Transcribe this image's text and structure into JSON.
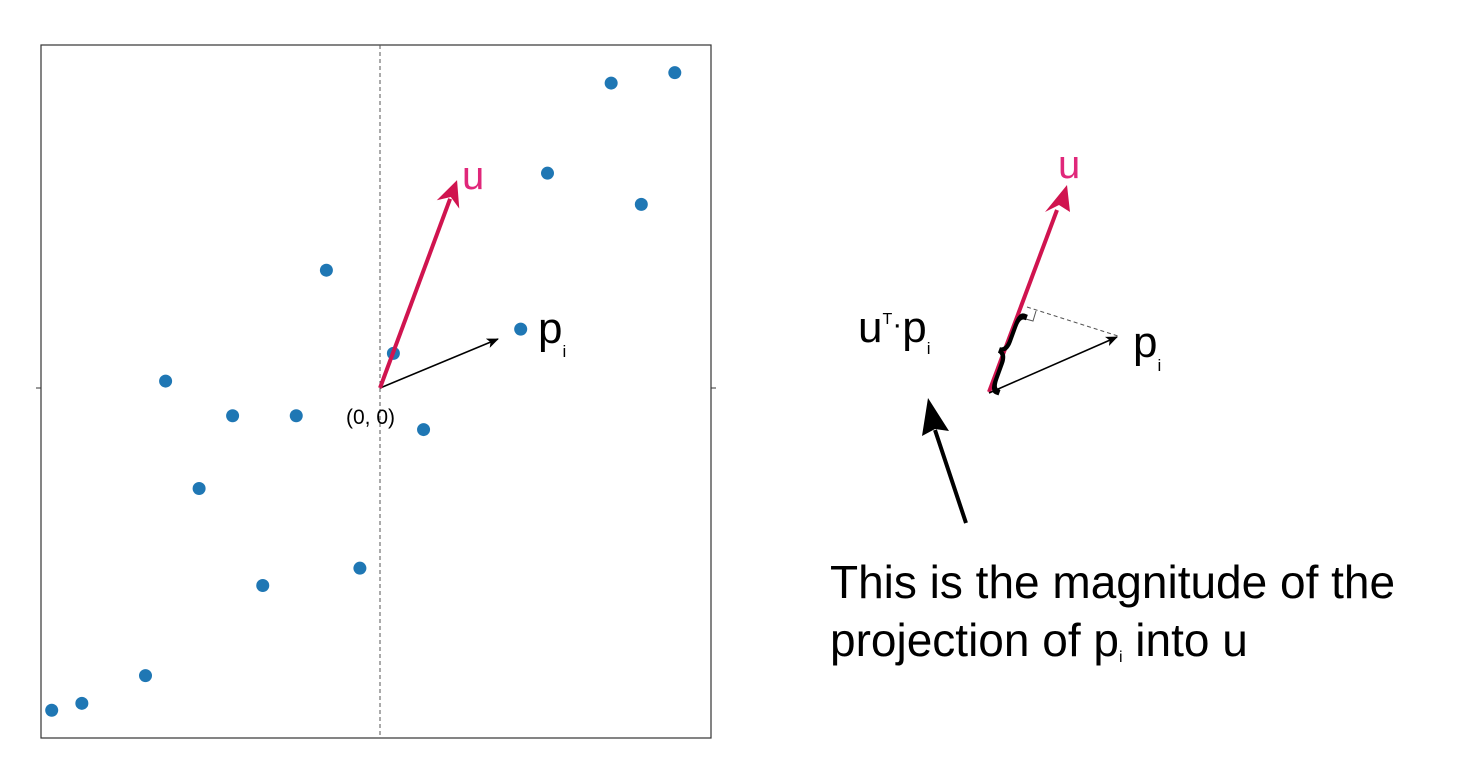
{
  "scatter": {
    "points": [
      [
        -9.8,
        -9.3
      ],
      [
        -8.9,
        -9.1
      ],
      [
        -7.0,
        -8.3
      ],
      [
        -3.5,
        -5.7
      ],
      [
        -0.6,
        -5.2
      ],
      [
        -5.4,
        -2.9
      ],
      [
        -6.4,
        0.2
      ],
      [
        -4.4,
        -0.8
      ],
      [
        -2.5,
        -0.8
      ],
      [
        -1.6,
        3.4
      ],
      [
        0.4,
        1.0
      ],
      [
        1.3,
        -1.2
      ],
      [
        4.2,
        1.7
      ],
      [
        5.0,
        6.2
      ],
      [
        7.8,
        5.3
      ],
      [
        6.9,
        8.8
      ],
      [
        8.8,
        9.1
      ]
    ],
    "xlim": [
      -10,
      10
    ],
    "ylim": [
      -10,
      10
    ],
    "u_vector": [
      2.3,
      6.0
    ],
    "p_vector": [
      3.7,
      1.5
    ],
    "origin_label": "(0, 0)",
    "u_label": "u",
    "p_label": "p",
    "p_subscript": "i"
  },
  "detail": {
    "u_label": "u",
    "p_label": "p",
    "p_subscript": "i",
    "proj_u": "u",
    "proj_sup": "T",
    "proj_dot": "·",
    "proj_p": "p",
    "proj_sub": "i",
    "brace": "{"
  },
  "note": {
    "line1": "This is the magnitude of the",
    "line2_a": "projection of p",
    "line2_sub": "i",
    "line2_b": " into u"
  },
  "colors": {
    "point": "#1f77b4",
    "u_vector": "#d0144f",
    "u_label": "#e0277a",
    "ink": "#000000"
  }
}
